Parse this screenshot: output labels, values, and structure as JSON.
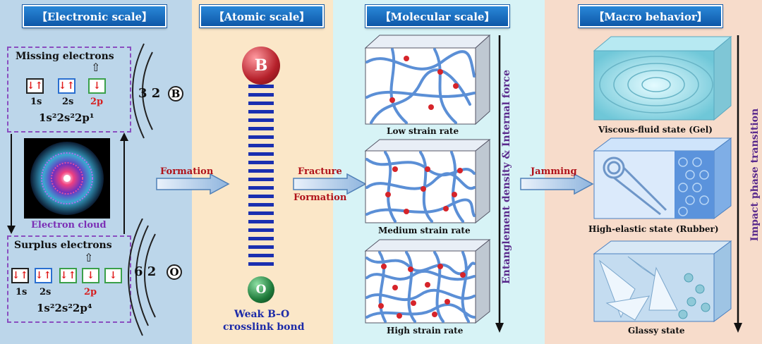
{
  "headers": {
    "electronic": "【Electronic scale】",
    "atomic": "【Atomic scale】",
    "molecular": "【Molecular scale】",
    "macro": "【Macro behavior】"
  },
  "electronic": {
    "missing_title": "Missing electrons",
    "missing_orbitals": [
      "↓↑",
      "↓↑",
      "↓"
    ],
    "missing_subshells": [
      "1s",
      "2s",
      "2p"
    ],
    "missing_config": "1s²2s²2p¹",
    "boron_numbers": "3 2",
    "boron_symbol": "B",
    "cloud_label": "Electron cloud",
    "surplus_title": "Surplus electrons",
    "surplus_orbitals": [
      "↓↑",
      "↓↑",
      "↓↑",
      "↓",
      "↓"
    ],
    "surplus_subshells": [
      "1s",
      "2s",
      "2p"
    ],
    "surplus_config": "1s²2s²2p⁴",
    "oxygen_numbers": "6 2",
    "oxygen_symbol": "O"
  },
  "atomic": {
    "atom_top": "B",
    "atom_bottom": "O",
    "formation_label": "Formation",
    "bond_label_1": "Weak B–O",
    "bond_label_2": "crosslink bond"
  },
  "molecular": {
    "fracture_label": "Fracture",
    "formation_label": "Formation",
    "captions": [
      "Low strain rate",
      "Medium strain rate",
      "High strain rate"
    ],
    "force_axis": "Entanglement density & Internal force"
  },
  "macro": {
    "jamming_label": "Jamming",
    "captions": [
      "Viscous-fluid state (Gel)",
      "High-elastic state (Rubber)",
      "Glassy state"
    ],
    "transition_axis": "Impact phase transition"
  },
  "colors": {
    "header_blue": "#1565c0",
    "boron_red": "#b5202a",
    "oxygen_green": "#1e7a3a",
    "bond_blue": "#1a2fb0",
    "network_blue": "#5b8fd6"
  }
}
